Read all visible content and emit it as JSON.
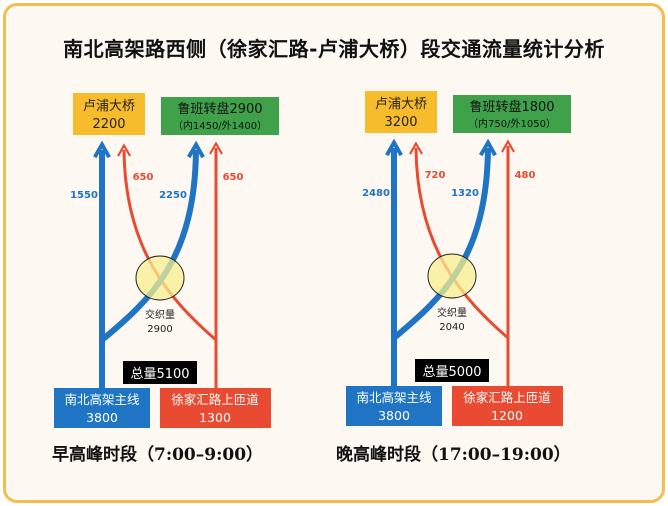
{
  "title": "南北高架路西侧（徐家汇路-卢浦大桥）段交通流量统计分析",
  "colors": {
    "blue": "#1f74c4",
    "red": "#e84a32",
    "orange_box": "#f7bc2c",
    "green_box": "#3fa24a",
    "weave_zone": "#f7ef8e"
  },
  "panels": [
    {
      "period": "早高峰时段（7:00–9:00）",
      "dest_lupu": {
        "name": "卢浦大桥",
        "value": "2200"
      },
      "dest_luban": {
        "name": "鲁班转盘2900",
        "detail": "（内1450/外1400）"
      },
      "flow_main_to_lupu": "1550",
      "flow_ramp_to_lupu": "650",
      "flow_main_to_luban": "2250",
      "flow_ramp_to_luban": "650",
      "weave_label": "交织量",
      "weave_value": "2900",
      "total": "总量5100",
      "src_main": {
        "name": "南北高架主线",
        "value": "3800"
      },
      "src_ramp": {
        "name": "徐家汇路上匝道",
        "value": "1300"
      }
    },
    {
      "period": "晚高峰时段（17:00–19:00）",
      "dest_lupu": {
        "name": "卢浦大桥",
        "value": "3200"
      },
      "dest_luban": {
        "name": "鲁班转盘1800",
        "detail": "（内750/外1050）"
      },
      "flow_main_to_lupu": "2480",
      "flow_ramp_to_lupu": "720",
      "flow_main_to_luban": "1320",
      "flow_ramp_to_luban": "480",
      "weave_label": "交织量",
      "weave_value": "2040",
      "total": "总量5000",
      "src_main": {
        "name": "南北高架主线",
        "value": "3800"
      },
      "src_ramp": {
        "name": "徐家汇路上匝道",
        "value": "1200"
      }
    }
  ]
}
